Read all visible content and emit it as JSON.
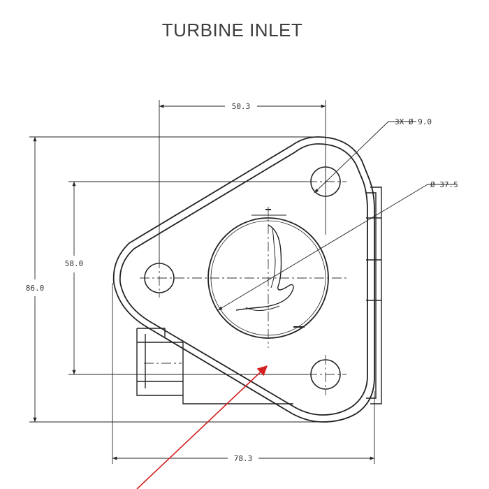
{
  "drawing": {
    "title": "TURBINE INLET",
    "dimensions": {
      "top_width": "50.3",
      "bottom_width": "78.3",
      "total_height": "86.0",
      "hole_spacing_height": "58.0",
      "hole_callout": "3X Ø 9.0",
      "port_diameter": "Ø 37.5"
    }
  },
  "colors": {
    "line": "#222222",
    "arrow": "#d42020"
  }
}
